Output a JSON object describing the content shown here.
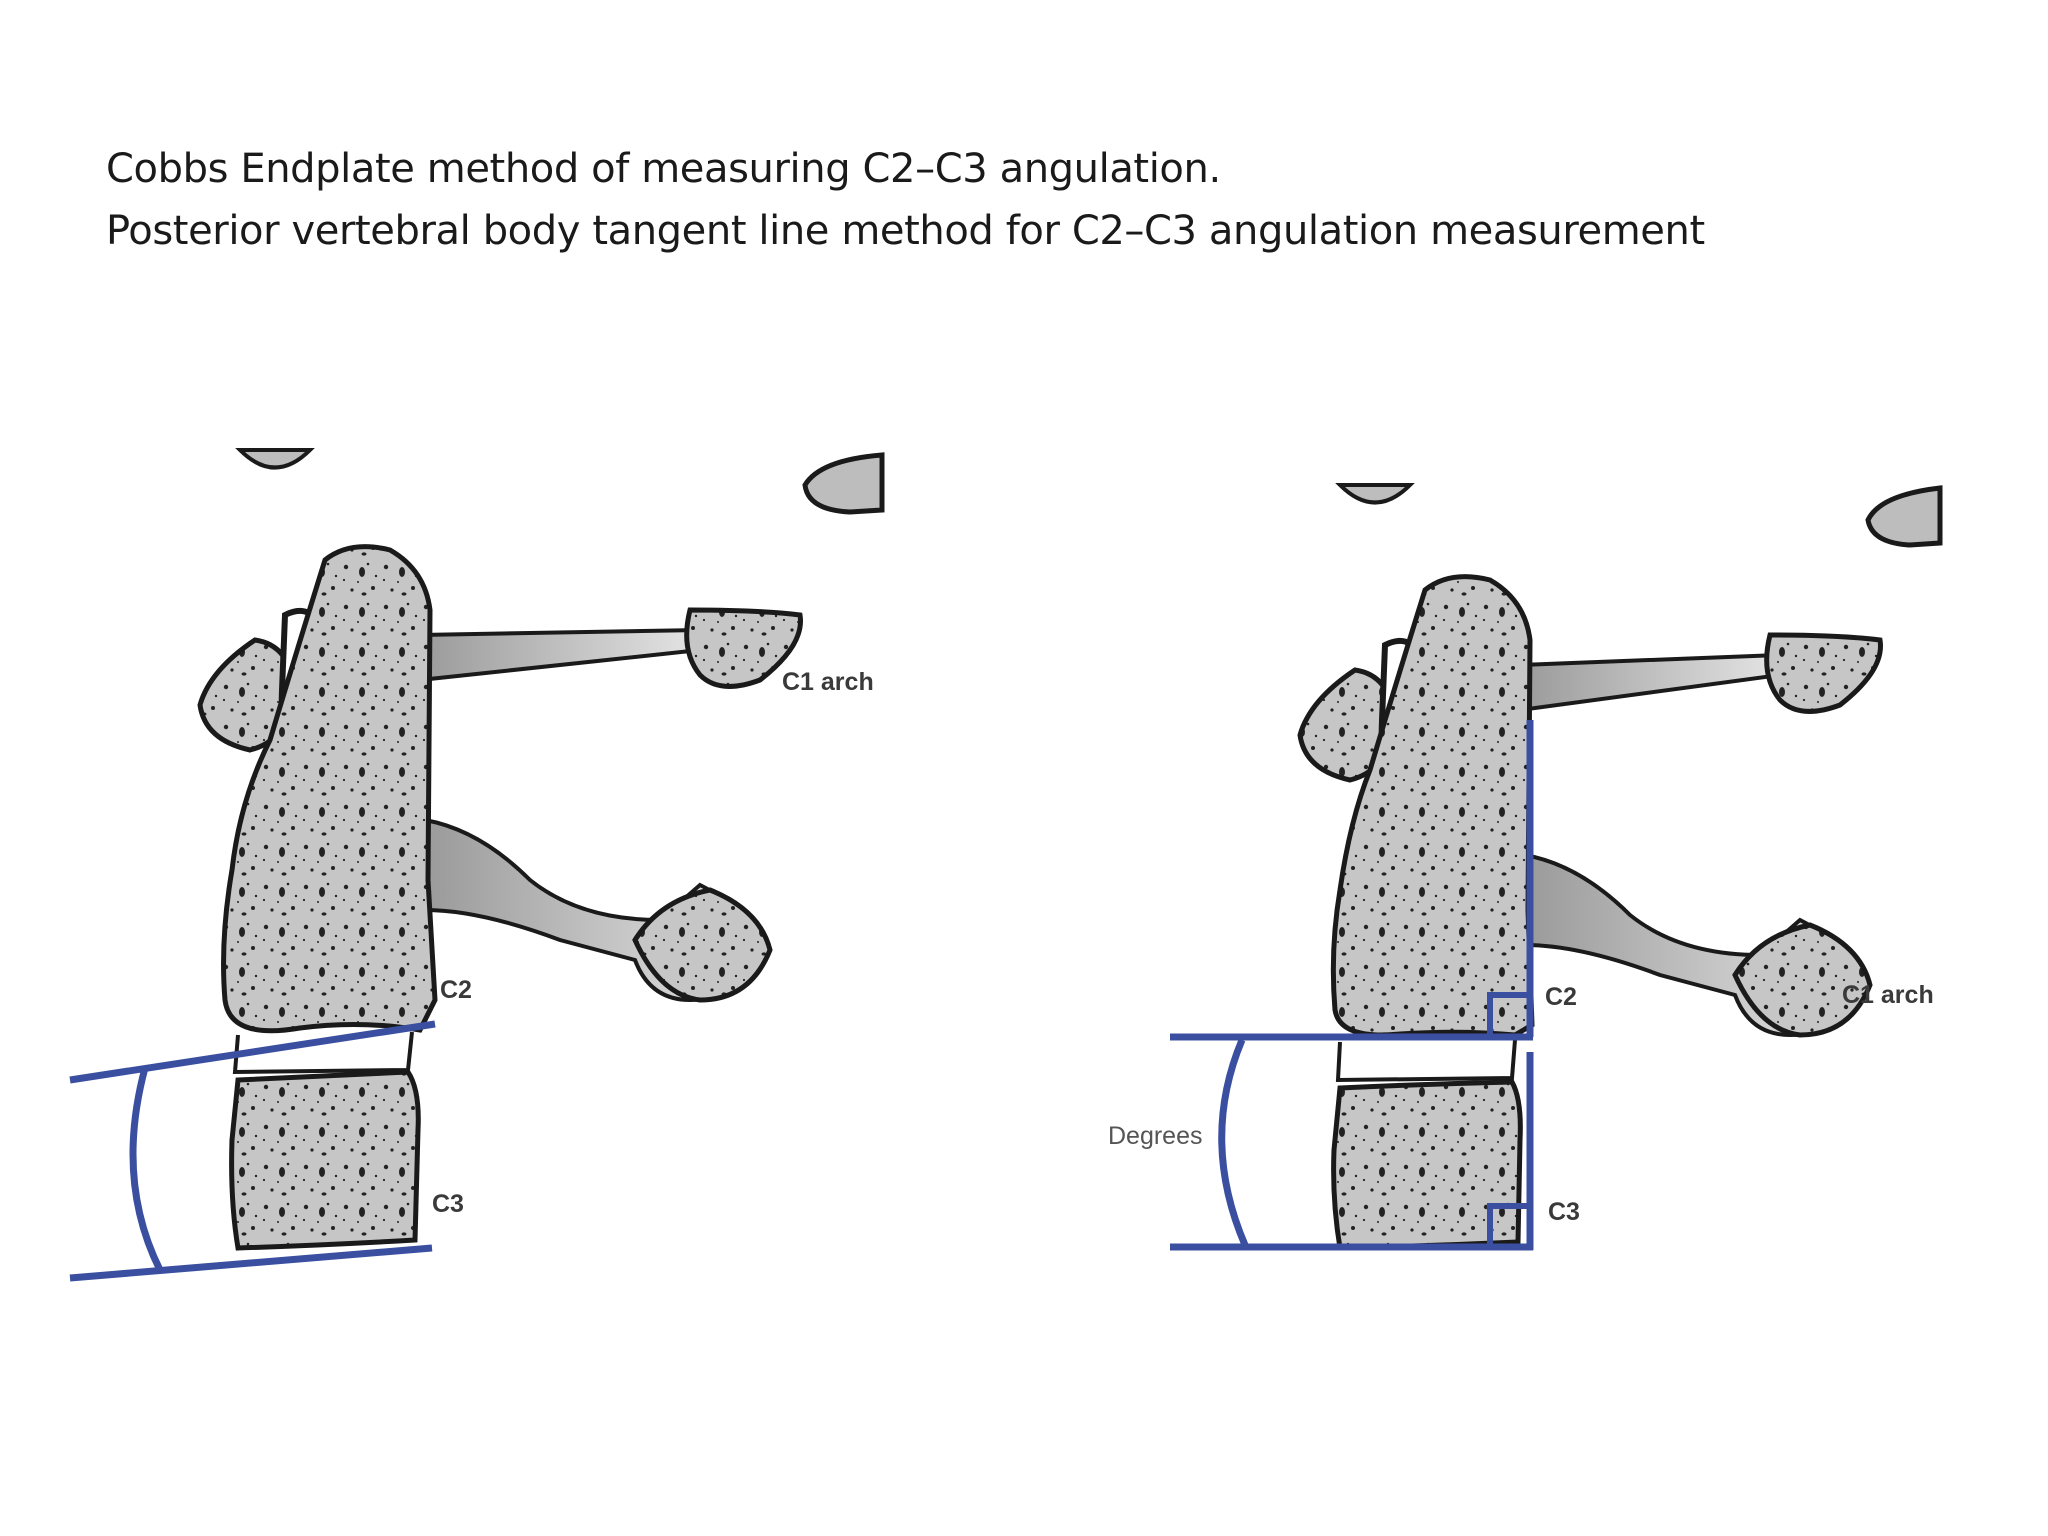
{
  "caption": {
    "line1": "Cobbs Endplate method of measuring C2–C3 angulation.",
    "line2": "Posterior vertebral body tangent line method for C2–C3 angulation measurement"
  },
  "left_figure": {
    "labels": {
      "c1_arch": "C1 arch",
      "c2": "C2",
      "c3": "C3"
    }
  },
  "right_figure": {
    "labels": {
      "c1_arch": "C1 arch",
      "c2": "C2",
      "c3": "C3",
      "angle": "Degrees"
    }
  },
  "colors": {
    "measure_line": "#3B4FA0",
    "bone_fill": "#c8c8c8",
    "bone_outline": "#1a1a1a",
    "arch_fill": "#b8b8b8"
  }
}
